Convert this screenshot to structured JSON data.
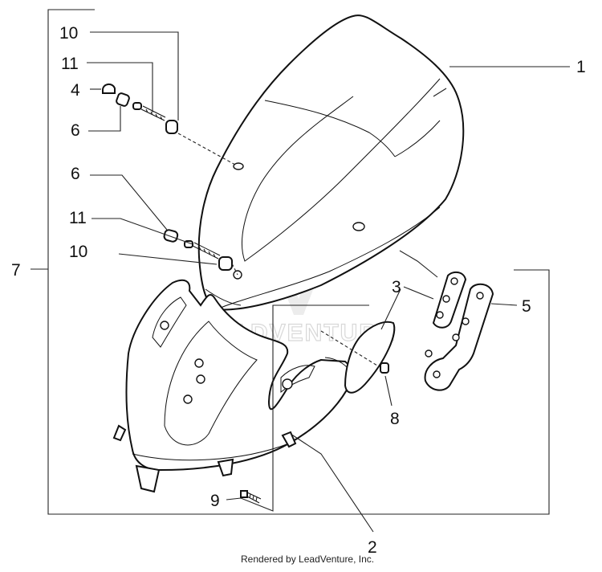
{
  "callouts": {
    "c1": "1",
    "c2": "2",
    "c3": "3",
    "c4": "4",
    "c5": "5",
    "c6_top": "6",
    "c6_mid": "6",
    "c7": "7",
    "c8": "8",
    "c9": "9",
    "c10_top": "10",
    "c10_mid": "10",
    "c11_top": "11",
    "c11_mid": "11"
  },
  "watermark": {
    "text": "LEADVENTURE"
  },
  "footer": {
    "credit": "Rendered by LeadVenture, Inc."
  },
  "colors": {
    "line": "#222222",
    "watermark": "#d8d8d8",
    "background": "#ffffff"
  }
}
